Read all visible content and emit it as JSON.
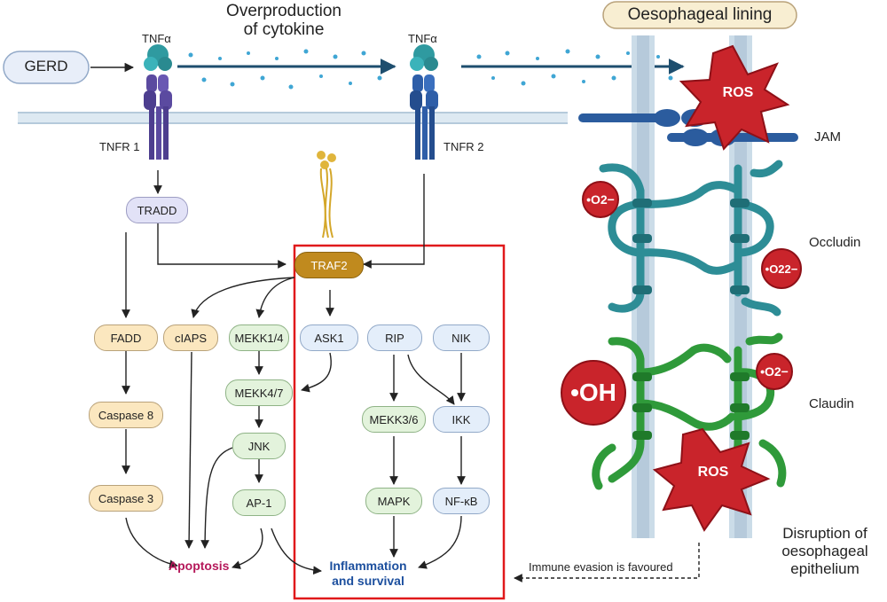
{
  "header": {
    "overproduction": "Overproduction",
    "of_cytokine": "of cytokine",
    "lining": "Oesophageal lining"
  },
  "receptors": {
    "gerd": "GERD",
    "tnfa_left": "TNFα",
    "tnfa_right": "TNFα",
    "tnfr1": "TNFR 1",
    "tnfr2": "TNFR 2"
  },
  "nodes": {
    "tradd": "TRADD",
    "traf2": "TRAF2",
    "fadd": "FADD",
    "caspase8": "Caspase 8",
    "caspase3": "Caspase 3",
    "ciaps": "cIAPS",
    "mekk14": "MEKK1/4",
    "mekk47": "MEKK4/7",
    "jnk": "JNK",
    "ap1": "AP-1",
    "ask1": "ASK1",
    "rip": "RIP",
    "nik": "NIK",
    "mekk36": "MEKK3/6",
    "ikk": "IKK",
    "mapk": "MAPK",
    "nfkb": "NF-κB"
  },
  "outcomes": {
    "apoptosis": "Apoptosis",
    "inflammation": "Inflammation",
    "and_survival": "and survival",
    "immune": "Immune evasion is favoured"
  },
  "junctions": {
    "jam": "JAM",
    "occludin": "Occludin",
    "claudin": "Claudin"
  },
  "radicals": {
    "ros_top": "ROS",
    "ros_bottom": "ROS",
    "o2_a": "•O2−",
    "o2_b": "•O22−",
    "o2_c": "•O2−",
    "oh": "•OH"
  },
  "disruption": {
    "line1": "Disruption of",
    "line2": "oesophageal",
    "line3": "epithelium"
  },
  "colors": {
    "tnfr1": "#5b4aa0",
    "tnfr2": "#2e5ea8",
    "membrane": "#cbdde9",
    "cytokine_dots": "#3fa6d4",
    "occludin": "#2d8d96",
    "claudin": "#2f9a3a",
    "jam": "#2b5c9e",
    "ros": "#c9242b",
    "highlight_box": "#e0191b"
  }
}
